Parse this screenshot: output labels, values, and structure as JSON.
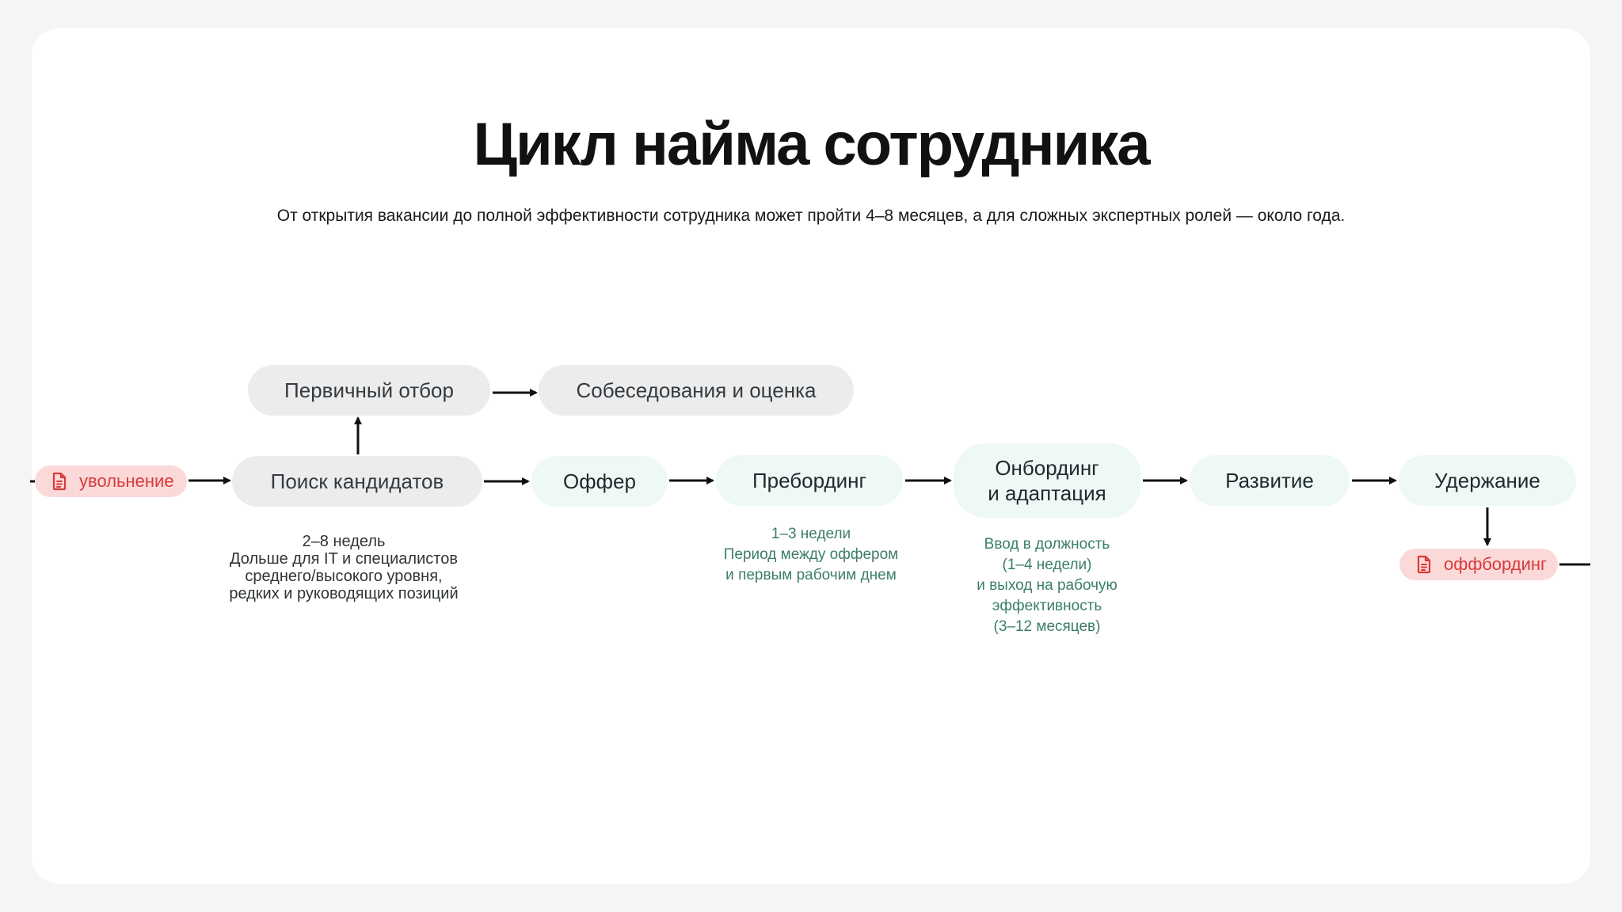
{
  "title": "Цикл найма сотрудника",
  "subtitle": "От открытия вакансии до полной эффективности сотрудника может пройти 4–8 месяцев, а для сложных экспертных ролей — около года.",
  "nodes": {
    "primary_screening": "Первичный отбор",
    "interviews": "Собеседования и оценка",
    "dismissal": "увольнение",
    "candidate_search": "Поиск кандидатов",
    "offer": "Оффер",
    "preboarding": "Пребординг",
    "onboarding_line1": "Онбординг",
    "onboarding_line2": "и адаптация",
    "development": "Развитие",
    "retention": "Удержание",
    "offboarding": "оффбординг"
  },
  "notes": {
    "search": [
      "2–8 недель",
      "Дольше для IT и специалистов",
      "среднего/высокого уровня,",
      "редких и руководящих позиций"
    ],
    "preboarding": [
      "1–3 недели",
      "Период между оффером",
      "и первым рабочим днем"
    ],
    "onboarding": [
      "Ввод в должность",
      "(1–4 недели)",
      "и выход на рабочую",
      "эффективность",
      "(3–12 месяцев)"
    ]
  },
  "colors": {
    "accent_red": "#d83a3a",
    "red_pill_bg": "#fcd9d9",
    "gray_node": "#ececec",
    "mint_node": "#eef8f4",
    "note_green": "#3c7d6b"
  },
  "icons": {
    "dismissal": "document-icon",
    "offboarding": "document-icon"
  }
}
